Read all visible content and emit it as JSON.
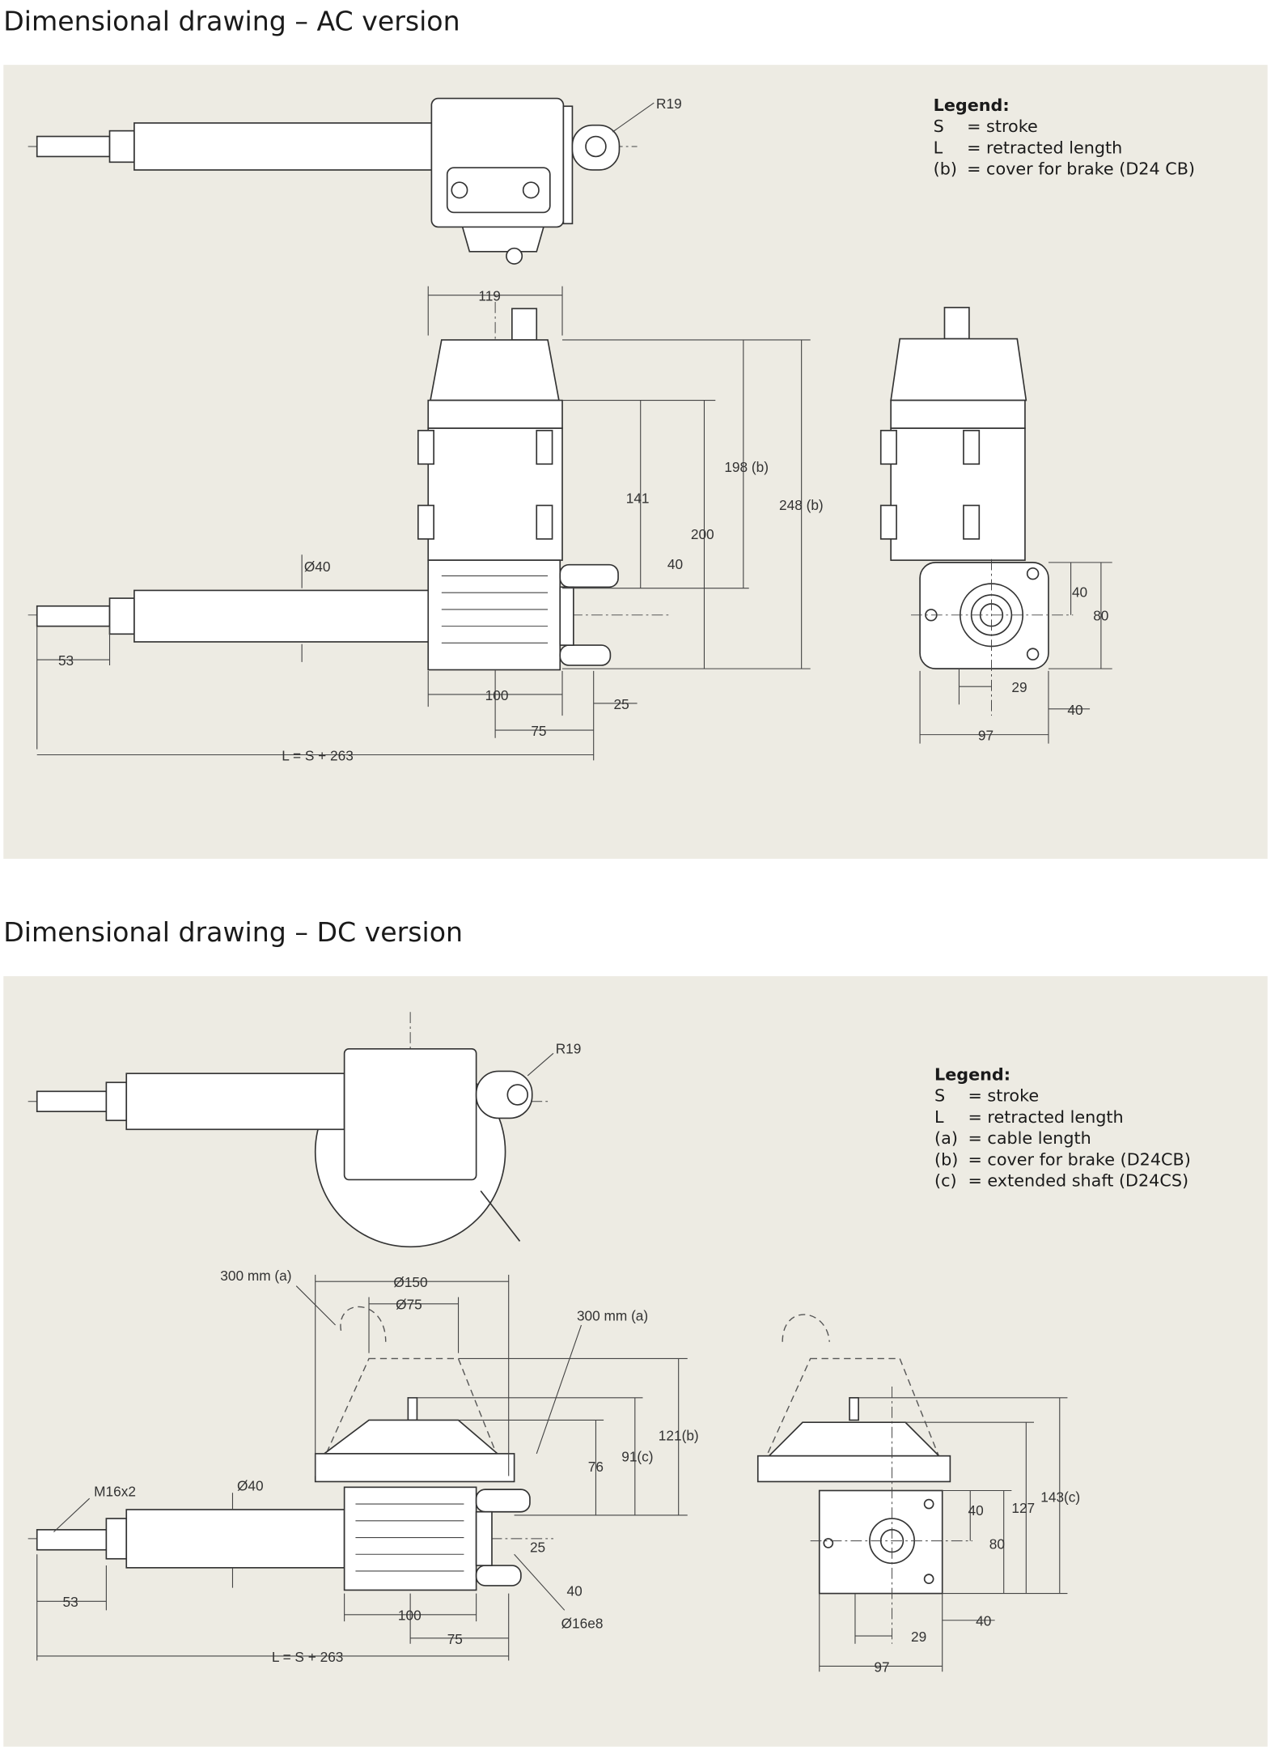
{
  "colors": {
    "panel": "#edebe3",
    "line": "#333333"
  },
  "ac": {
    "title": "Dimensional drawing – AC version",
    "legend": {
      "heading": "Legend:",
      "items": [
        {
          "key": "S",
          "text": "= stroke"
        },
        {
          "key": "L",
          "text": "= retracted length"
        },
        {
          "key": "(b)",
          "text": "= cover for brake (D24 CB)"
        }
      ]
    },
    "dims": {
      "r19": "R19",
      "w119": "119",
      "dia40": "Ø40",
      "h141": "141",
      "h198b": "198 (b)",
      "h248b": "248 (b)",
      "h200": "200",
      "h40": "40",
      "l53": "53",
      "l100": "100",
      "l25": "25",
      "l75": "75",
      "lTotal": "L = S + 263",
      "s40a": "40",
      "s80": "80",
      "s29": "29",
      "s40b": "40",
      "s97": "97"
    }
  },
  "dc": {
    "title": "Dimensional drawing – DC version",
    "legend": {
      "heading": "Legend:",
      "items": [
        {
          "key": "S",
          "text": "= stroke"
        },
        {
          "key": "L",
          "text": "= retracted length"
        },
        {
          "key": "(a)",
          "text": "= cable length"
        },
        {
          "key": "(b)",
          "text": "= cover for brake (D24CB)"
        },
        {
          "key": "(c)",
          "text": "= extended shaft (D24CS)"
        }
      ]
    },
    "dims": {
      "r19": "R19",
      "cable1": "300 mm (a)",
      "dia150": "Ø150",
      "dia75": "Ø75",
      "cable2": "300 mm (a)",
      "h121b": "121(b)",
      "h91c": "91(c)",
      "h76": "76",
      "m16": "M16x2",
      "dia40": "Ø40",
      "l25": "25",
      "l40": "40",
      "dia16": "Ø16e8",
      "l53": "53",
      "l100": "100",
      "l75": "75",
      "lTotal": "L = S + 263",
      "s40a": "40",
      "s80": "80",
      "s127": "127",
      "s143c": "143(c)",
      "s29": "29",
      "s40b": "40",
      "s97": "97"
    }
  }
}
